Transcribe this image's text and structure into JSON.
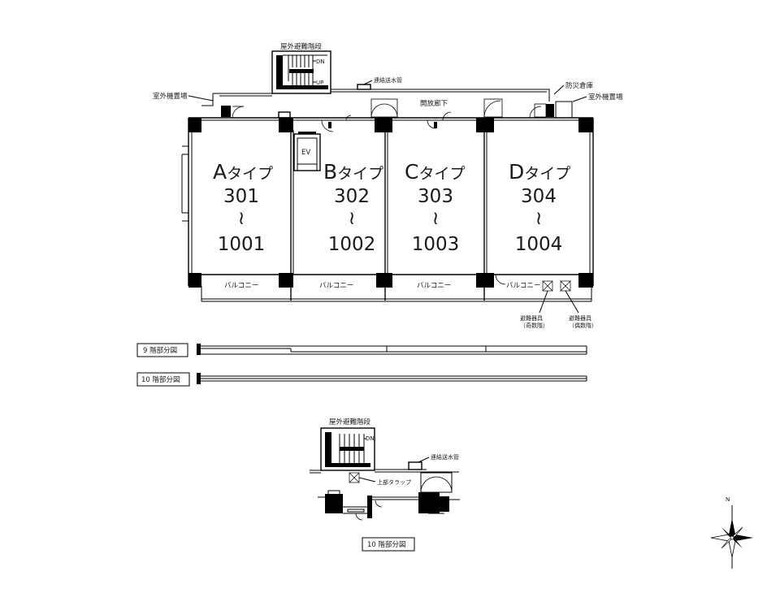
{
  "labels": {
    "outdoor_stairs_top": "屋外避難階段",
    "outdoor_stairs_bottom": "屋外避難階段",
    "dn_top": "DN",
    "up_top": "UP",
    "dn_bottom": "DN",
    "connecting_pipe_top": "連結送水管",
    "connecting_pipe_bottom": "連結送水管",
    "outdoor_unit_left": "室外機置場",
    "outdoor_unit_right": "室外機置場",
    "disaster_storage": "防災倉庫",
    "open_corridor": "開放廊下",
    "elevator": "EV",
    "upper_trap": "上部タラップ",
    "evac_odd_1": "避難器具",
    "evac_odd_2": "（奇数階）",
    "evac_even_1": "避難器具",
    "evac_even_2": "（偶数階）",
    "floor9_partial": "9 階部分図",
    "floor10_partial_a": "10 階部分図",
    "floor10_partial_b": "10 階部分図",
    "compass_n": "N"
  },
  "units": [
    {
      "type_letter": "A",
      "type_suffix": "タイプ",
      "top": "301",
      "tilde": "≀",
      "bottom": "1001"
    },
    {
      "type_letter": "B",
      "type_suffix": "タイプ",
      "top": "302",
      "tilde": "≀",
      "bottom": "1002"
    },
    {
      "type_letter": "C",
      "type_suffix": "タイプ",
      "top": "303",
      "tilde": "≀",
      "bottom": "1003"
    },
    {
      "type_letter": "D",
      "type_suffix": "タイプ",
      "top": "304",
      "tilde": "≀",
      "bottom": "1004"
    }
  ],
  "balconies": [
    "バルコニー",
    "バルコニー",
    "バルコニー",
    "バルコニー"
  ]
}
